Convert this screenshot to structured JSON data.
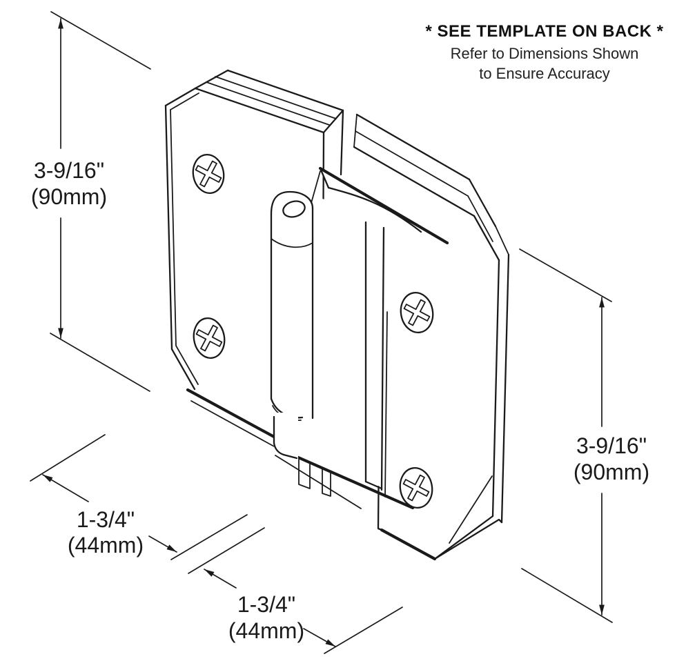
{
  "note": {
    "line1": "* SEE TEMPLATE ON BACK *",
    "line2": "Refer to Dimensions Shown",
    "line3": "to Ensure Accuracy"
  },
  "dimensions": {
    "left_height": {
      "inches": "3-9/16\"",
      "metric": "(90mm)"
    },
    "right_height": {
      "inches": "3-9/16\"",
      "metric": "(90mm)"
    },
    "left_width": {
      "inches": "1-3/4\"",
      "metric": "(44mm)"
    },
    "right_width": {
      "inches": "1-3/4\"",
      "metric": "(44mm)"
    }
  },
  "drawing": {
    "line_color": "#1a1a1a",
    "background": "#ffffff"
  }
}
